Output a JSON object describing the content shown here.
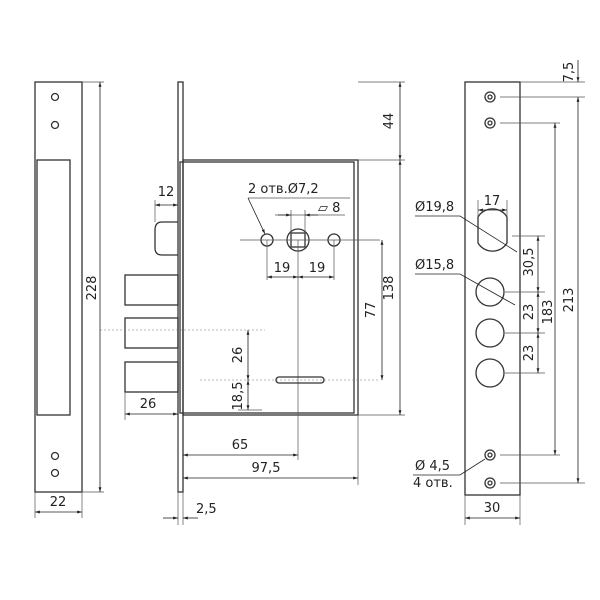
{
  "left_plate": {
    "height": "228",
    "width": "22"
  },
  "lock_body": {
    "latch_width": "12",
    "holes_label": "2 отв.Ø7,2",
    "spindle_label": "▱ 8",
    "hole_spacing_left": "19",
    "hole_spacing_right": "19",
    "top_offset": "44",
    "body_height": "138",
    "spindle_to_key": "77",
    "bolt_projection": "26",
    "bolt_to_key": "26",
    "key_to_bottom": "18,5",
    "backset": "65",
    "body_depth": "97,5",
    "faceplate_thickness": "2,5"
  },
  "right_plate": {
    "top_offset": "7,5",
    "total_holes": "213",
    "hole_spacing": "183",
    "latch_hole_dia": "Ø19,8",
    "latch_hole_width": "17",
    "bolt_hole_dia": "Ø15,8",
    "latch_to_bolt": "30,5",
    "bolt_spacing_1": "23",
    "bolt_spacing_2": "23",
    "screw_dia": "Ø 4,5",
    "screw_count": "4 отв.",
    "width": "30"
  }
}
